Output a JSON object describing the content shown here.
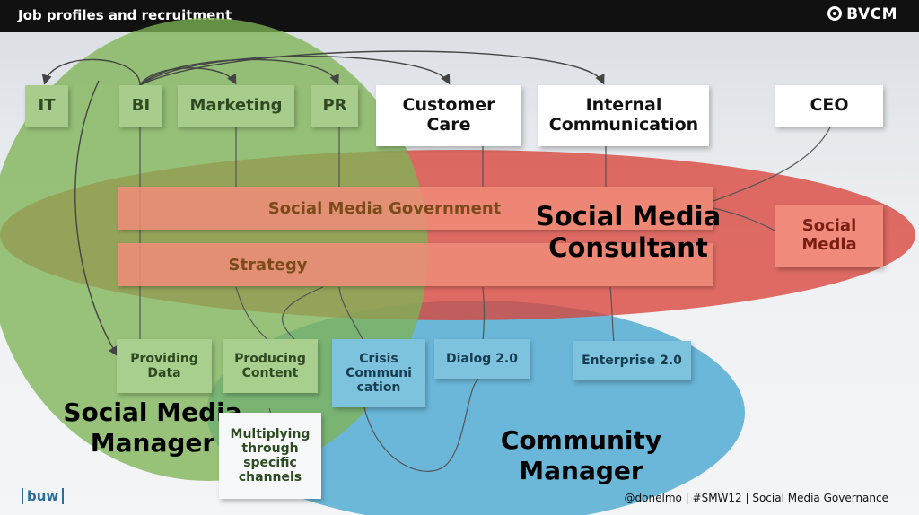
{
  "header": {
    "title": "Job profiles and recruitment",
    "logo_text": "BVCM"
  },
  "departments": {
    "it": "IT",
    "bi": "BI",
    "marketing": "Marketing",
    "pr": "PR",
    "customer_care": "Customer Care",
    "internal_communication": "Internal Communication",
    "ceo": "CEO"
  },
  "bands": {
    "government": "Social Media Government",
    "strategy": "Strategy"
  },
  "social_media_box": "Social Media",
  "tasks": {
    "providing_data": "Providing Data",
    "producing_content": "Producing Content",
    "crisis_communication": "Crisis Communi cation",
    "dialog": "Dialog 2.0",
    "enterprise": "Enterprise 2.0",
    "multiplying": "Multiplying through specific channels"
  },
  "roles": {
    "consultant": "Social Media Consultant",
    "manager": "Social Media Manager",
    "community": "Community Manager"
  },
  "footer": {
    "left_logo": "buw",
    "right_text": "@donelmo | #SMW12 | Social Media Governance"
  },
  "colors": {
    "green_circle": "#7fb356",
    "red_ellipse": "#d8443a",
    "blue_ellipse": "#3ea3cf"
  }
}
